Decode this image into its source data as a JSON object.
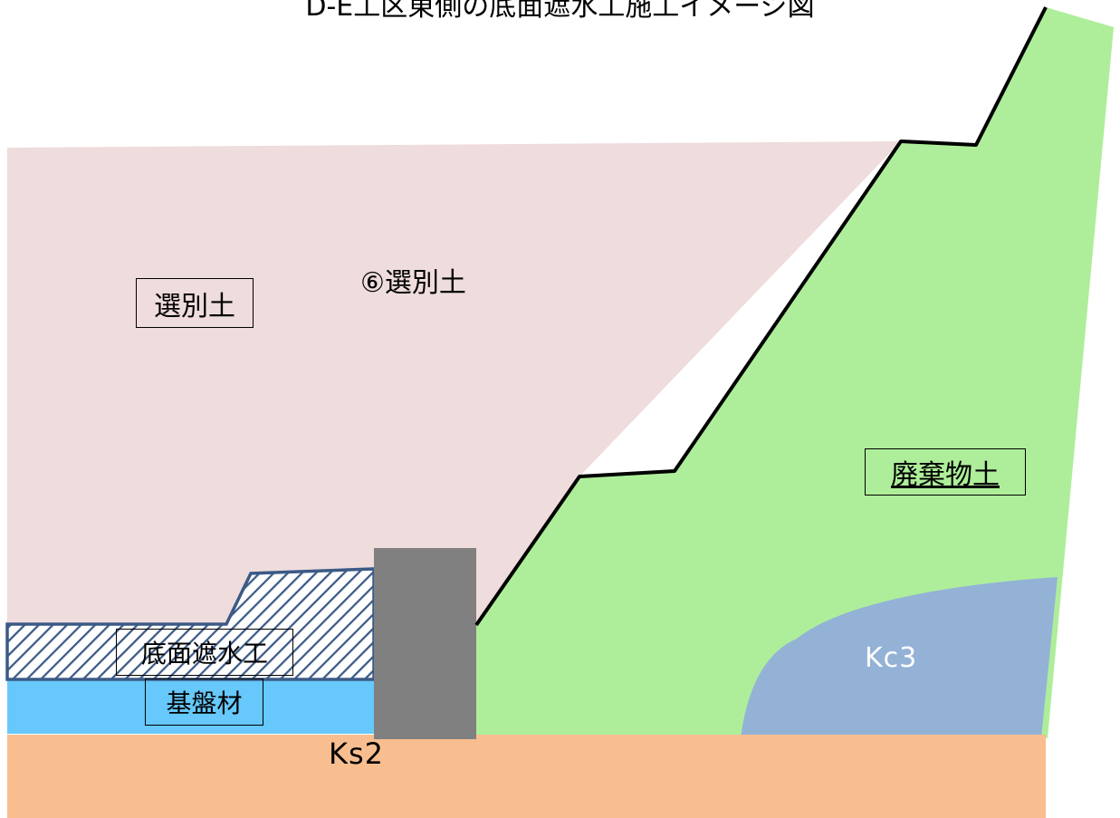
{
  "title": "D-E工区東側の底面遮水工施工イメージ図",
  "labels": {
    "selected_soil_box": "選別土",
    "selected_soil_6": "⑥選別土",
    "waste_soil": "廃棄物土",
    "bottom_waterproofing": "底面遮水工",
    "base_material": "基盤材",
    "kc3": "Kc3",
    "ks2": "Ks2"
  },
  "colors": {
    "selected_soil": "#efdcdc",
    "waste_soil": "#aeee9a",
    "kc3": "#94b2d6",
    "ks2": "#f8be90",
    "base_material": "#66c8fb",
    "waterproofing_hatch": "#3b5a86",
    "wall": "#808080",
    "slope_line": "#000000"
  }
}
